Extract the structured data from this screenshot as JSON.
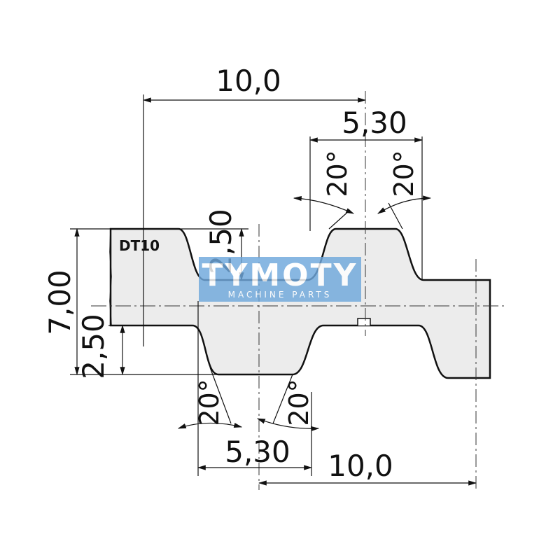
{
  "drawing": {
    "label": "DT10",
    "dimensions": {
      "pitch_top": "10,0",
      "pitch_bottom": "10,0",
      "tooth_width_top": "5,30",
      "tooth_width_bottom": "5,30",
      "total_height": "7,00",
      "tooth_height_top": "2,50",
      "tooth_height_bottom": "2,50"
    },
    "angles": [
      "20°",
      "20°",
      "20°",
      "20°"
    ],
    "colors": {
      "belt_fill": "#ececec",
      "line": "#111111",
      "watermark": "#6fa8dc"
    }
  },
  "watermark": {
    "brand": "TYMOTY",
    "tagline": "MACHINE PARTS"
  }
}
